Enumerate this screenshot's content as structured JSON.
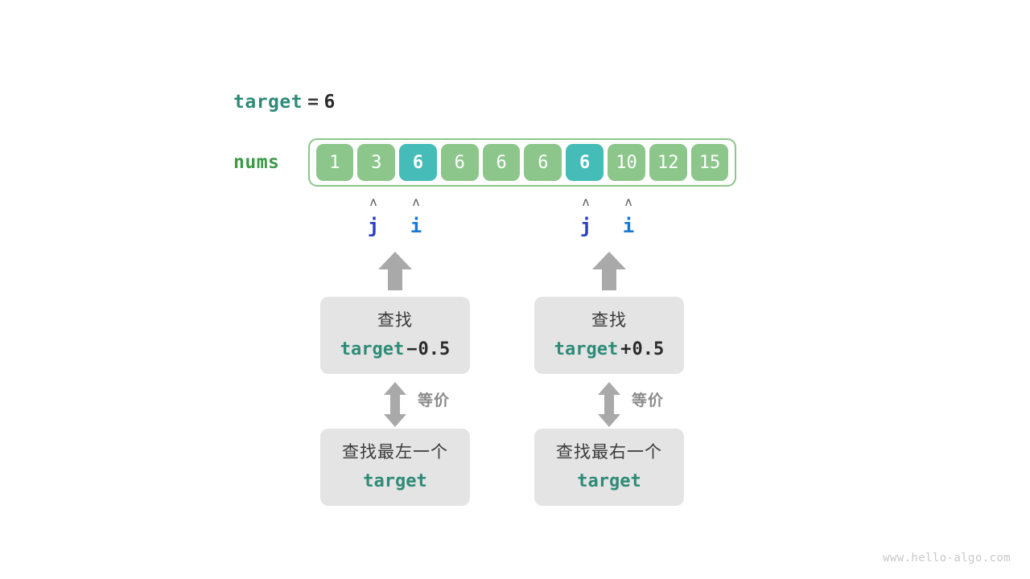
{
  "diagram": {
    "target_line": {
      "name": "target",
      "operator": "=",
      "value": "6"
    },
    "array": {
      "label": "nums",
      "values": [
        "1",
        "3",
        "6",
        "6",
        "6",
        "6",
        "6",
        "10",
        "12",
        "15"
      ],
      "highlighted_indices": [
        2,
        6
      ],
      "cell_color": "#8CC68A",
      "highlight_color": "#45BCB7",
      "border_color": "#8CC68A"
    },
    "pointers": [
      {
        "label": "j",
        "caret": "ʌ",
        "index": 1,
        "color": "#2A3FC4"
      },
      {
        "label": "i",
        "caret": "ʌ",
        "index": 2,
        "color": "#1878D4"
      },
      {
        "label": "j",
        "caret": "ʌ",
        "index": 6,
        "color": "#2A3FC4"
      },
      {
        "label": "i",
        "caret": "ʌ",
        "index": 7,
        "color": "#1878D4"
      }
    ],
    "columns": [
      {
        "upper_box": {
          "line1": "查找",
          "keyword": "target",
          "operator": "−",
          "number": "0.5"
        },
        "equivalence_label": "等价",
        "lower_box": {
          "line1": "查找最左一个",
          "keyword": "target"
        }
      },
      {
        "upper_box": {
          "line1": "查找",
          "keyword": "target",
          "operator": "+",
          "number": "0.5"
        },
        "equivalence_label": "等价",
        "lower_box": {
          "line1": "查找最右一个",
          "keyword": "target"
        }
      }
    ],
    "watermark": "www.hello-algo.com",
    "colors": {
      "keyword_teal": "#2E8B78",
      "nums_green": "#3C9A47",
      "box_gray": "#E4E4E4",
      "arrow_gray": "#A9A9A9"
    }
  }
}
